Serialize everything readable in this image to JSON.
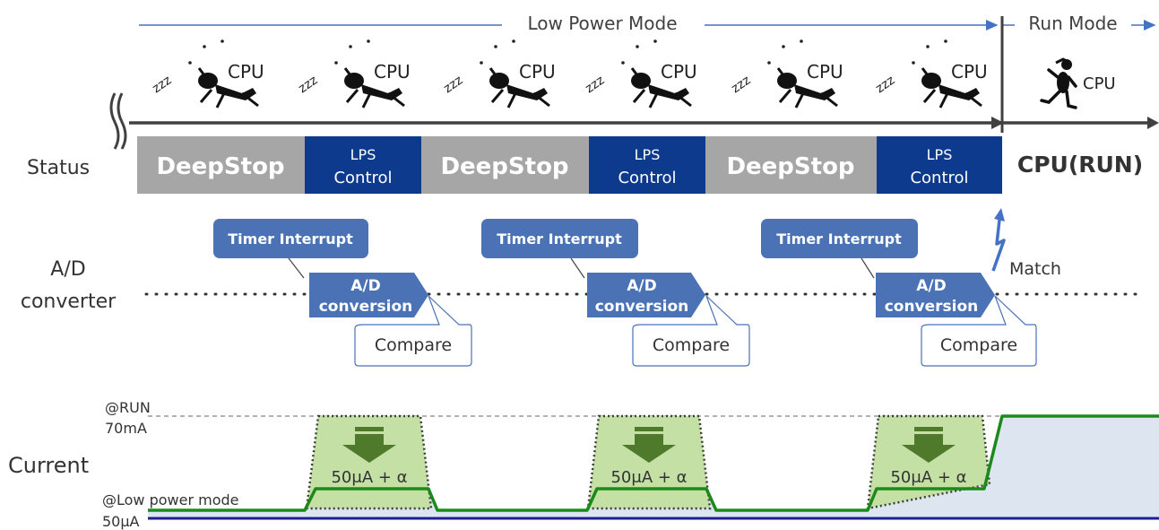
{
  "modes": {
    "low_power": "Low Power Mode",
    "run": "Run Mode"
  },
  "cpu_label": "CPU",
  "sleep_text": "zzz",
  "row_labels": {
    "status": "Status",
    "ad_line1": "A/D",
    "ad_line2": "converter",
    "current": "Current"
  },
  "status": {
    "deepstop": "DeepStop",
    "lps_line1": "LPS",
    "lps_line2": "Control",
    "cpu_run": "CPU(RUN)"
  },
  "events": {
    "timer_interrupt": "Timer Interrupt",
    "ad_line1": "A/D",
    "ad_line2": "conversion",
    "compare": "Compare",
    "match": "Match"
  },
  "current_levels": {
    "run_label": "@RUN",
    "run_value": "70mA",
    "low_label": "@Low power mode",
    "low_value": "50μA",
    "pulse_label": "50μA + α"
  },
  "colors": {
    "deepstop": "#a6a6a6",
    "lps": "#0d3a8c",
    "callout": "#4a72b5",
    "current_line": "#1b8a1b",
    "current_fill": "#dce5f0",
    "pulse_fill": "#c5e0a5",
    "arrow_green": "#4f7a2b",
    "baseline": "#1f1f8f",
    "axis": "#404040"
  }
}
